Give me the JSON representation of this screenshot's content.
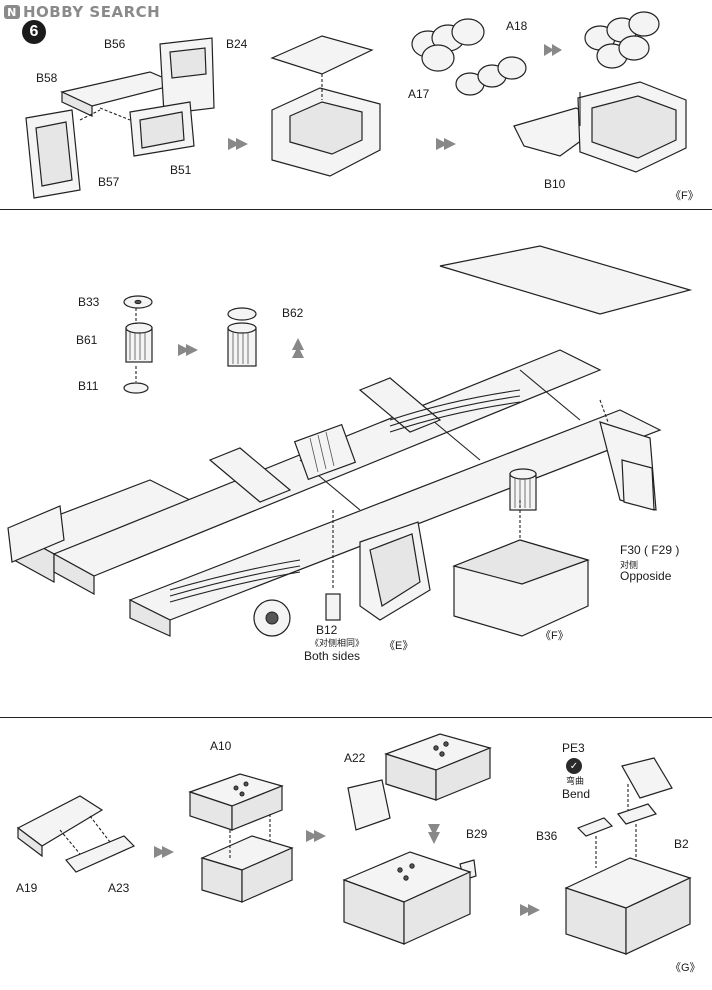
{
  "watermark": {
    "brand": "HOBBY SEARCH",
    "mark": "N"
  },
  "step_number": "6",
  "top_panel": {
    "labels": {
      "b56": "B56",
      "b58": "B58",
      "b57": "B57",
      "b51": "B51",
      "b24": "B24",
      "a18": "A18",
      "a17": "A17",
      "b10": "B10"
    },
    "sub_ref": "《F》"
  },
  "mid_panel": {
    "labels": {
      "b33": "B33",
      "b61": "B61",
      "b11": "B11",
      "b62": "B62",
      "b12": "B12",
      "b12_cn": "《对侧相同》",
      "b12_en": "Both sides",
      "f30": "F30 ( F29 )",
      "f30_cn": "对侧",
      "f30_en": "Opposide"
    },
    "ref_e": "《E》",
    "ref_f": "《F》"
  },
  "bottom_panel": {
    "labels": {
      "a10": "A10",
      "a22": "A22",
      "pe3": "PE3",
      "bend_cn": "弯曲",
      "bend_en": "Bend",
      "b29": "B29",
      "b36": "B36",
      "b2": "B2",
      "a19": "A19",
      "a23": "A23"
    },
    "sub_ref": "《G》"
  },
  "colors": {
    "ink": "#222222",
    "arrow": "#888888",
    "watermark": "#8a8a8a"
  },
  "icons": [
    "step-number-badge",
    "bend-icon",
    "assembly-arrow"
  ]
}
